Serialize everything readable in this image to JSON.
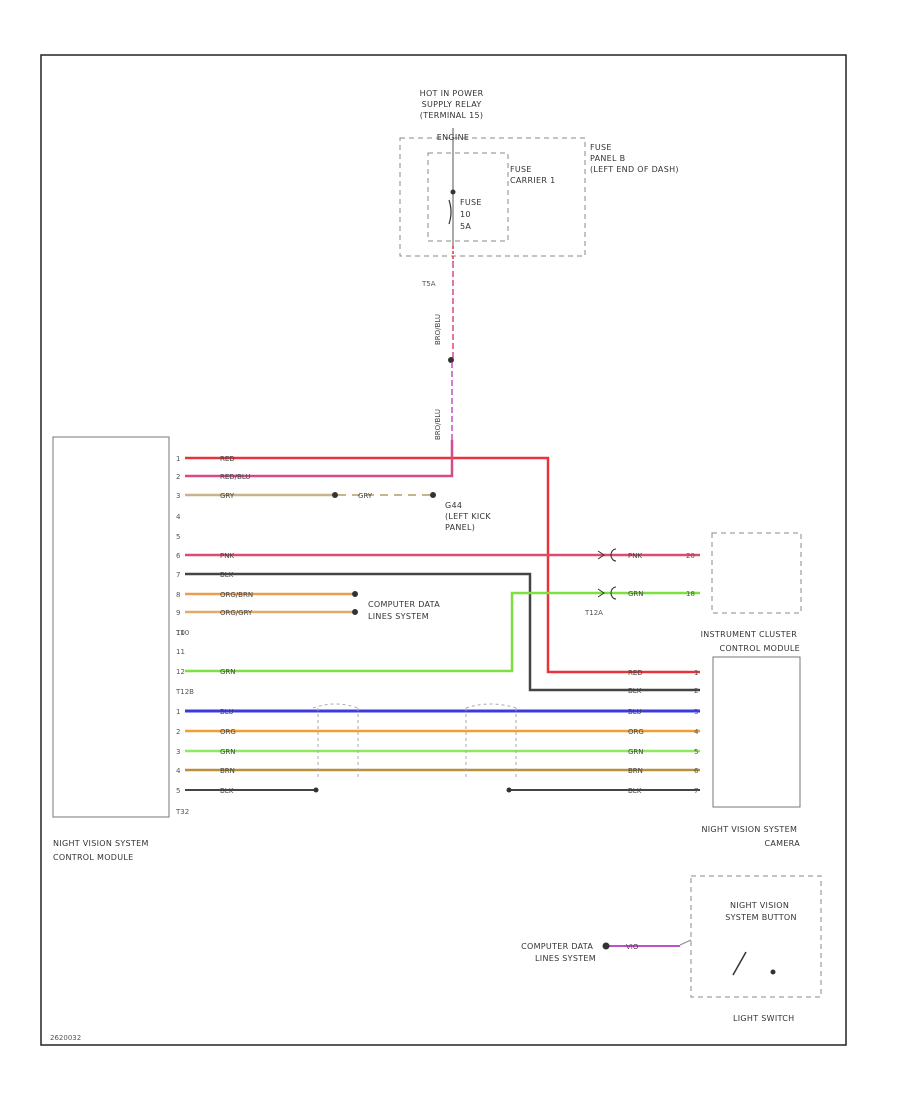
{
  "diagram": {
    "power_relay": [
      "HOT IN POWER",
      "SUPPLY RELAY",
      "(TERMINAL 15)",
      "ENGINE"
    ],
    "fuse_panel": [
      "FUSE",
      "PANEL B",
      "(LEFT END OF DASH)"
    ],
    "fuse_carrier": [
      "FUSE",
      "CARRIER 1"
    ],
    "fuse": [
      "FUSE",
      "10",
      "5A"
    ],
    "connector_t5": "T5A",
    "ground_g44": [
      "G44",
      "(LEFT KICK",
      "PANEL)"
    ],
    "computer_data_lines_1": [
      "COMPUTER DATA",
      "LINES SYSTEM"
    ],
    "computer_data_lines_2": [
      "COMPUTER DATA",
      "LINES SYSTEM"
    ],
    "connector_t12a": "T12A",
    "connector_t12b": "T12B",
    "connector_t32": "T32",
    "connector_t10": "T10",
    "cluster_label": [
      "INSTRUMENT CLUSTER",
      "CONTROL MODULE"
    ],
    "camera_label": [
      "NIGHT VISION SYSTEM",
      "CAMERA"
    ],
    "module_label": [
      "NIGHT VISION SYSTEM",
      "CONTROL MODULE"
    ],
    "button_label": [
      "NIGHT VISION",
      "SYSTEM BUTTON"
    ],
    "light_switch": "LIGHT SWITCH",
    "figure_code": "2620032",
    "wire_vertical_1": "BRO/BLU",
    "wire_vertical_2": "BRO/BLU",
    "left_pins": [
      "1",
      "2",
      "3",
      "4",
      "5",
      "6",
      "7",
      "8",
      "9",
      "10",
      "11",
      "12"
    ],
    "left_wires": [
      "RED",
      "RED/BLU",
      "GRY",
      "",
      "",
      "PNK",
      "BLK",
      "ORG/BRN",
      "ORG/GRY",
      "",
      "",
      "GRN"
    ],
    "bottom_pins": [
      "1",
      "2",
      "3",
      "4",
      "5"
    ],
    "bottom_wires": [
      "BLU",
      "ORG",
      "GRN",
      "BRN",
      "BLK"
    ],
    "gry_mid": "GRY",
    "pnk_right": "PNK",
    "grn_right": "GRN",
    "cluster_pins": [
      "20",
      "18"
    ],
    "cam_wires": [
      "RED",
      "BLK",
      "BLU",
      "ORG",
      "GRN",
      "BRN",
      "BLK"
    ],
    "cam_pins": [
      "1",
      "2",
      "3",
      "4",
      "5",
      "6",
      "7"
    ],
    "violet_wire": "VIO",
    "colors": {
      "red": "#e8323c",
      "redblu": "#d64a8a",
      "gry": "#c8b48a",
      "pnk": "#e04a6e",
      "blk": "#444444",
      "orgbrn": "#e8a050",
      "orggry": "#e0aa6a",
      "grn": "#7ee040",
      "blu": "#3a3ae0",
      "org": "#f0a030",
      "grn2": "#8ee860",
      "brn": "#b8903a",
      "vio": "#c050c8",
      "frame": "#222222",
      "dash": "#777777"
    }
  }
}
